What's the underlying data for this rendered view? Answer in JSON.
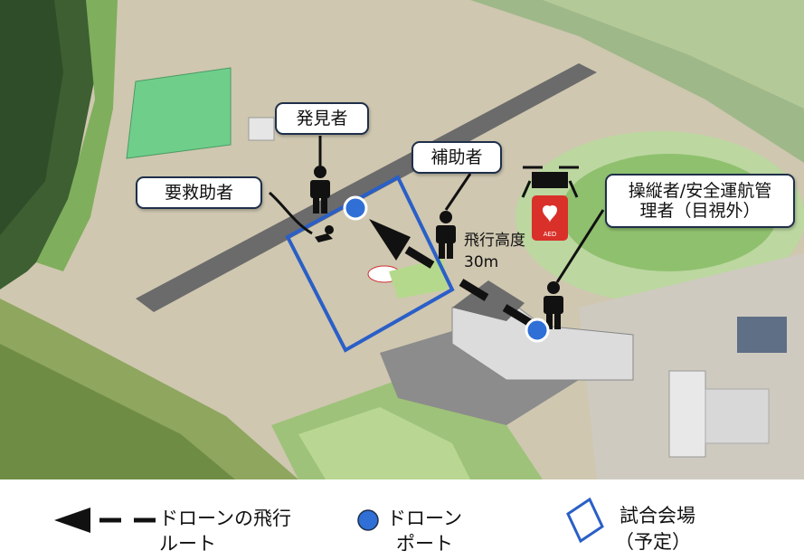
{
  "callouts": {
    "discoverer": "発見者",
    "rescuee": "要救助者",
    "assistant": "補助者",
    "operator_line1": "操縦者/安全運航管",
    "operator_line2": "理者（目視外）"
  },
  "altitude": {
    "line1": "飛行高度",
    "line2": "30m"
  },
  "drone_badge": "AED",
  "legend": {
    "route_line1": "ドローンの飛行",
    "route_line2": "ルート",
    "port_line1": "ドローン",
    "port_line2": "ポート",
    "venue_line1": "試合会場",
    "venue_line2": "（予定）"
  },
  "colors": {
    "port_blue": "#2f6fd6",
    "venue_outline": "#2a5fc7",
    "aed_red": "#d9302a",
    "callout_border": "#1f2f4a"
  }
}
